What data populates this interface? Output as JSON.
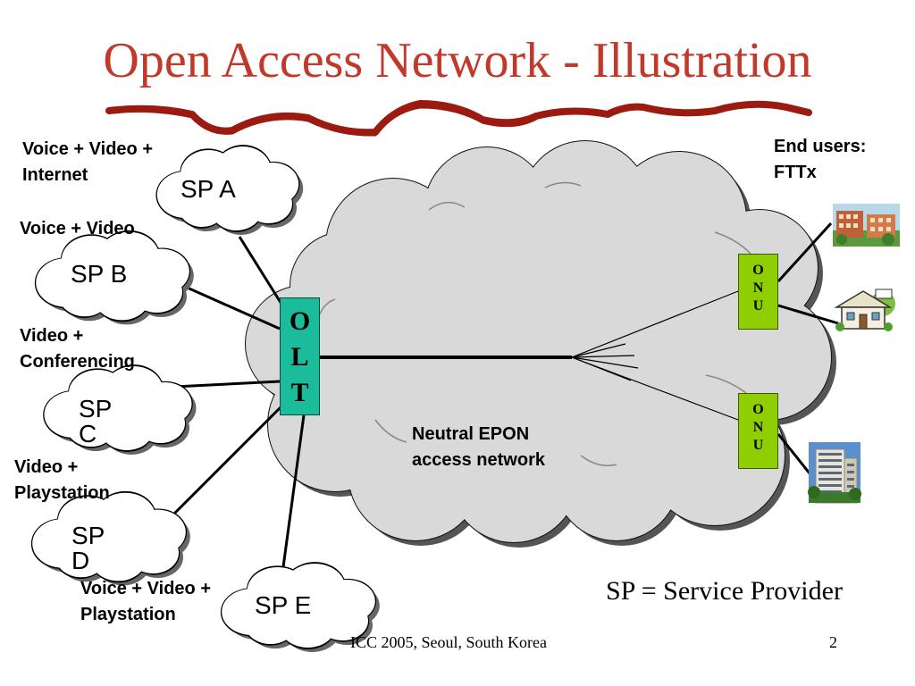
{
  "slide": {
    "title": "Open Access Network - Illustration",
    "footer": "ICC 2005, Seoul, South Korea",
    "page_number": "2",
    "legend": "SP = Service Provider"
  },
  "network": {
    "label_line1": "Neutral EPON",
    "label_line2": "access network"
  },
  "olt": {
    "letters": [
      "O",
      "L",
      "T"
    ]
  },
  "onu": {
    "letters": [
      "O",
      "N",
      "U"
    ]
  },
  "end_users": {
    "line1": "End users:",
    "line2": "FTTx"
  },
  "service_providers": {
    "a": {
      "name": "SP A",
      "service_line1": "Voice + Video +",
      "service_line2": "Internet"
    },
    "b": {
      "name": "SP B",
      "service_line1": "Voice + Video"
    },
    "c": {
      "name_line1": "SP",
      "name_line2": "C",
      "service_line1": "Video +",
      "service_line2": "Conferencing"
    },
    "d": {
      "name_line1": "SP",
      "name_line2": "D",
      "service_line1": "Video +",
      "service_line2": "Playstation"
    },
    "e": {
      "name": "SP E",
      "service_line1": "Voice + Video +",
      "service_line2": "Playstation"
    }
  },
  "colors": {
    "title": "#c0392b",
    "olt": "#1abc9c",
    "onu": "#8fce00",
    "cloud": "#d9d9d9"
  },
  "icons": [
    "apartment-complex-icon",
    "house-icon",
    "high-rise-building-icon"
  ]
}
